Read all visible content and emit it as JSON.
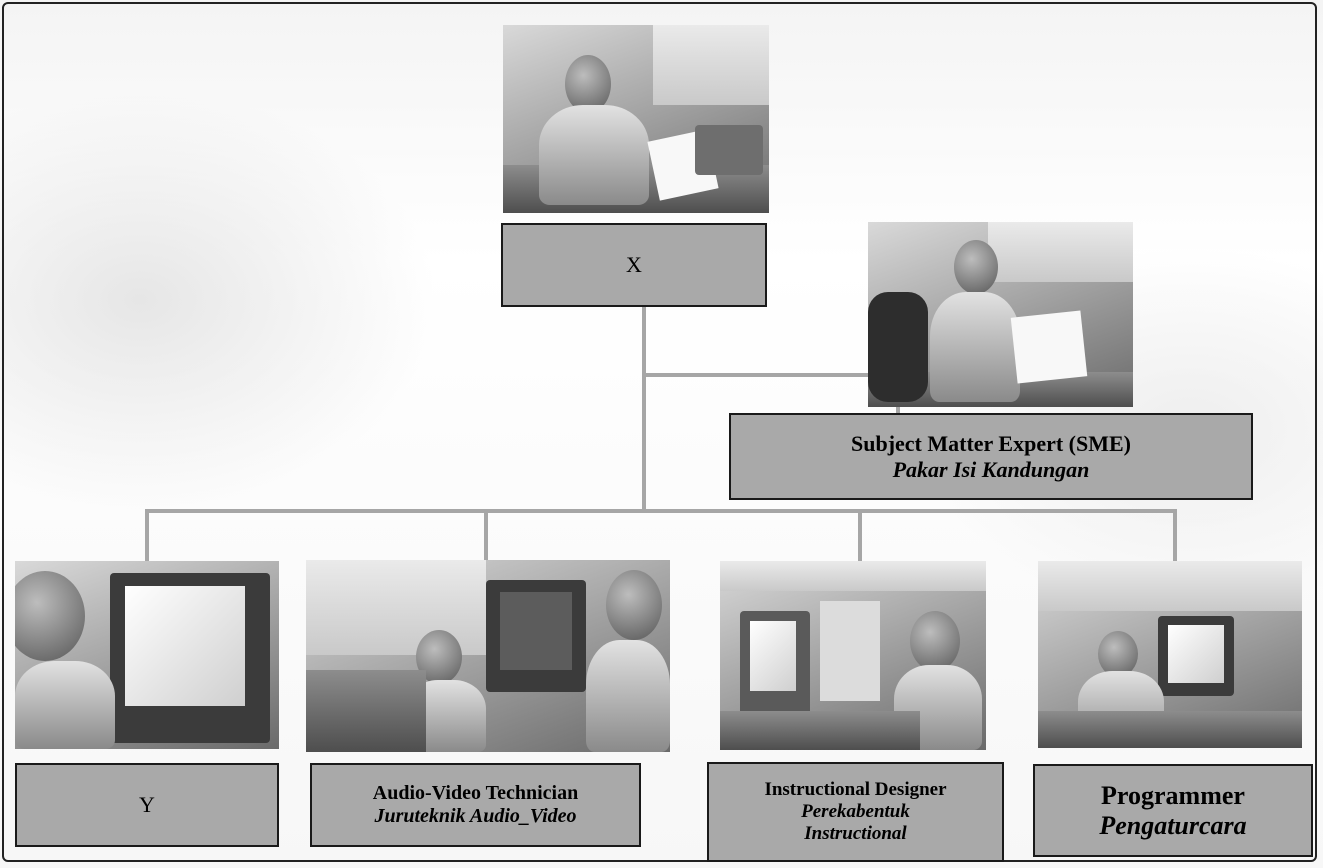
{
  "org_chart": {
    "top": {
      "label": "X"
    },
    "sme": {
      "title": "Subject Matter Expert (SME)",
      "subtitle": "Pakar Isi   Kandungan"
    },
    "roles": [
      {
        "title": "Y",
        "subtitle": ""
      },
      {
        "title": "Audio-Video Technician",
        "subtitle": "Juruteknik  Audio_Video"
      },
      {
        "title": "Instructional Designer",
        "subtitle": "Perekabentuk",
        "subtitle2": "Instructional"
      },
      {
        "title": "Programmer",
        "subtitle": "Pengaturcara"
      }
    ]
  },
  "colors": {
    "box_fill": "#a9a9a9",
    "connector": "#a6a6a6",
    "border": "#1a1a1a"
  }
}
